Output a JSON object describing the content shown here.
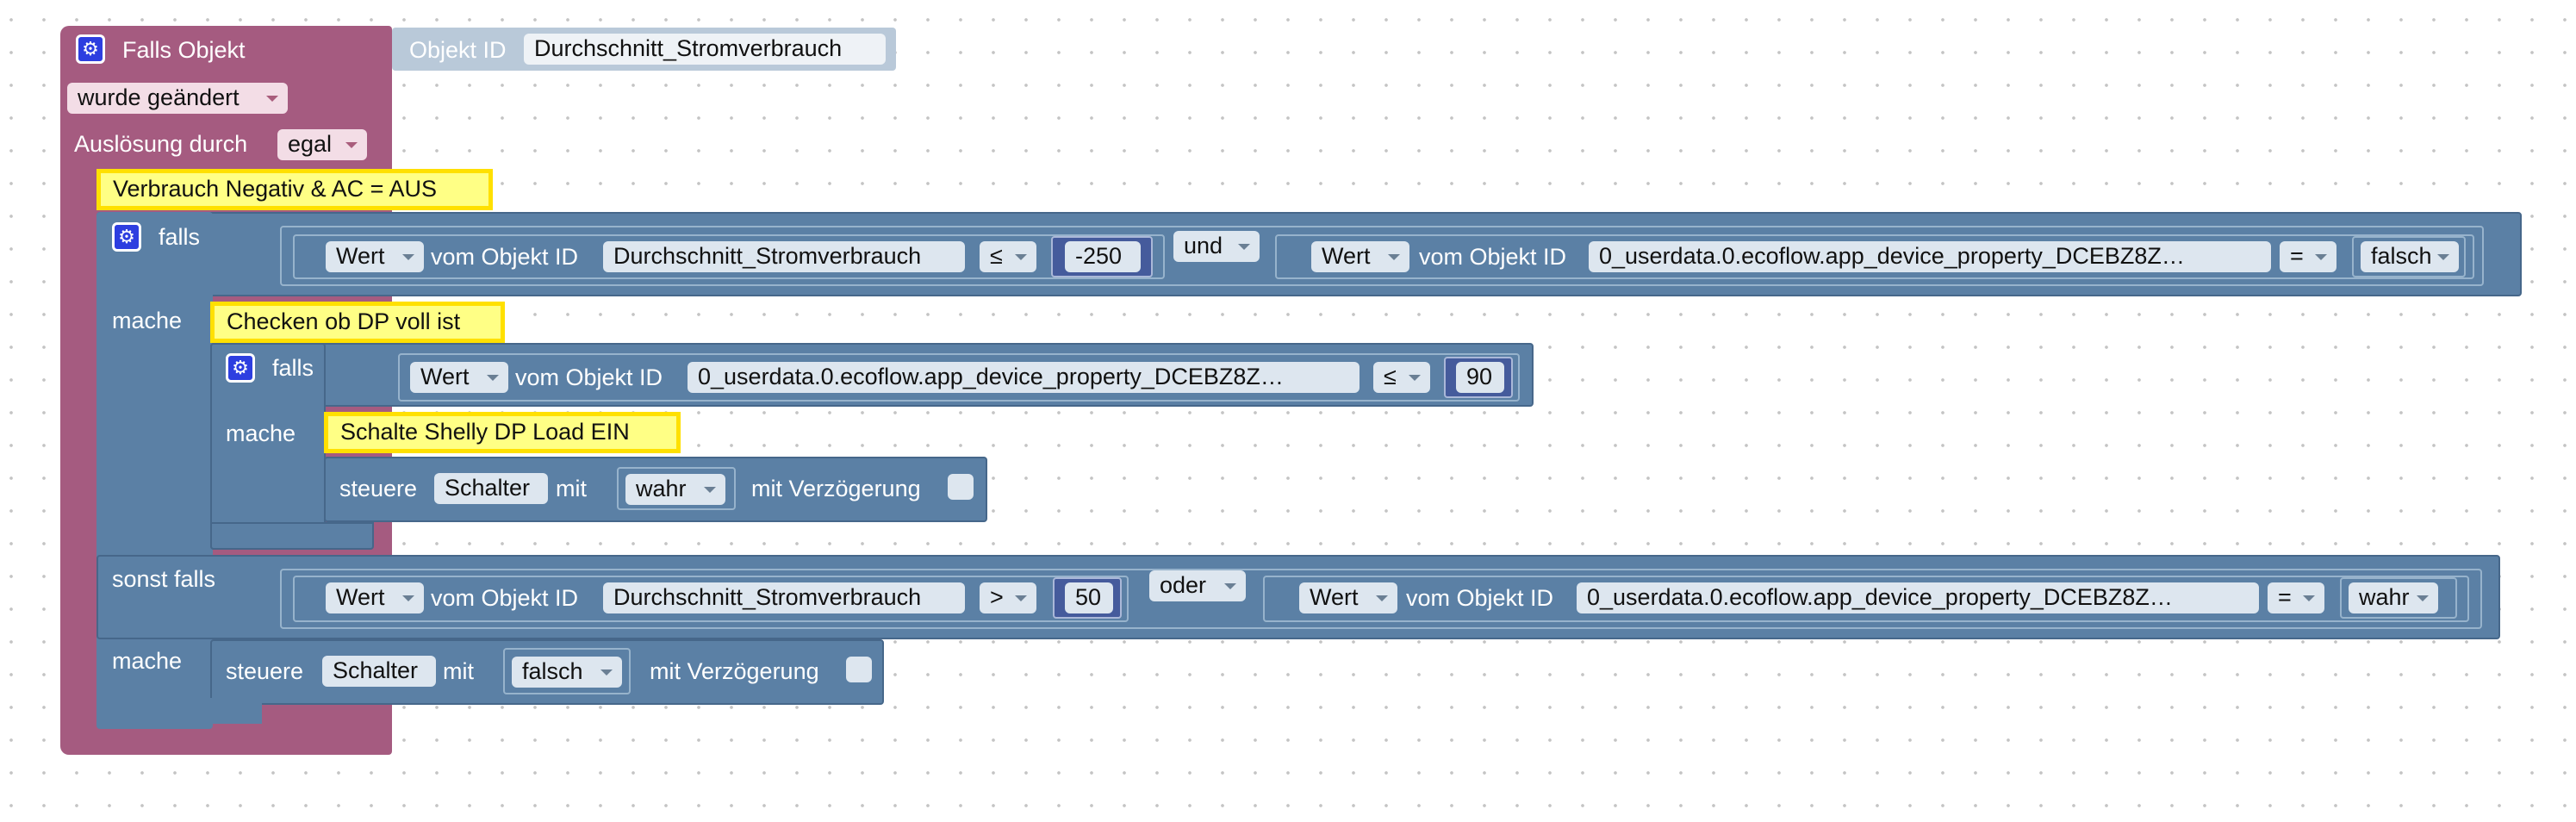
{
  "trigger": {
    "title": "Falls Objekt",
    "event_dropdown": "wurde geändert",
    "trigger_by_label": "Auslösung durch",
    "trigger_by_dropdown": "egal",
    "objid_label": "Objekt ID",
    "objid_value": "Durchschnitt_Stromverbrauch"
  },
  "comments": {
    "main": "Verbrauch Negativ & AC = AUS",
    "check": "Checken ob DP voll ist",
    "shelly": "Schalte Shelly DP Load EIN"
  },
  "if_block": {
    "falls": "falls",
    "mache": "mache",
    "sonst_falls": "sonst falls",
    "mache2": "mache"
  },
  "cond1": {
    "left": {
      "mode": "Wert",
      "label": "vom Objekt ID",
      "obj": "Durchschnitt_Stromverbrauch",
      "op": "≤",
      "val": "-250"
    },
    "logic": "und",
    "right": {
      "mode": "Wert",
      "label": "vom Objekt ID",
      "obj": "0_userdata.0.ecoflow.app_device_property_DCEBZ8Z…",
      "op": "=",
      "val": "falsch"
    }
  },
  "inner_if": {
    "falls": "falls",
    "mache": "mache",
    "cond": {
      "mode": "Wert",
      "label": "vom Objekt ID",
      "obj": "0_userdata.0.ecoflow.app_device_property_DCEBZ8Z…",
      "op": "≤",
      "val": "90"
    },
    "action": {
      "verb": "steuere",
      "target": "Schalter",
      "mit": "mit",
      "value": "wahr",
      "delay_label": "mit Verzögerung"
    }
  },
  "cond2": {
    "left": {
      "mode": "Wert",
      "label": "vom Objekt ID",
      "obj": "Durchschnitt_Stromverbrauch",
      "op": ">",
      "val": "50"
    },
    "logic": "oder",
    "right": {
      "mode": "Wert",
      "label": "vom Objekt ID",
      "obj": "0_userdata.0.ecoflow.app_device_property_DCEBZ8Z…",
      "op": "=",
      "val": "wahr"
    }
  },
  "else_action": {
    "verb": "steuere",
    "target": "Schalter",
    "mit": "mit",
    "value": "falsch",
    "delay_label": "mit Verzögerung"
  },
  "icons": {
    "settings": "gear-icon",
    "dropdown": "triangle-down-icon"
  },
  "colors": {
    "trigger_block": "#a55b80",
    "logic_block": "#5b80a5",
    "comment": "#ffff85",
    "comment_border": "#ffe000",
    "gear": "#2d3ee0"
  }
}
